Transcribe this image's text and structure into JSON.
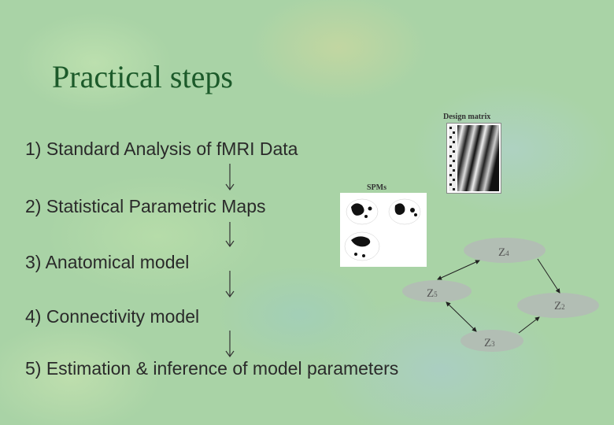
{
  "slide": {
    "title": "Practical steps",
    "steps": [
      "1) Standard Analysis of fMRI  Data",
      "2) Statistical Parametric Maps",
      "3) Anatomical model",
      "4) Connectivity model",
      "5) Estimation & inference of model parameters"
    ],
    "design_matrix_label": "Design matrix",
    "spm_label": "SPMs",
    "regions": [
      {
        "base": "Z",
        "sub": "4"
      },
      {
        "base": "Z",
        "sub": "5"
      },
      {
        "base": "Z",
        "sub": "2"
      },
      {
        "base": "Z",
        "sub": "3"
      }
    ]
  }
}
